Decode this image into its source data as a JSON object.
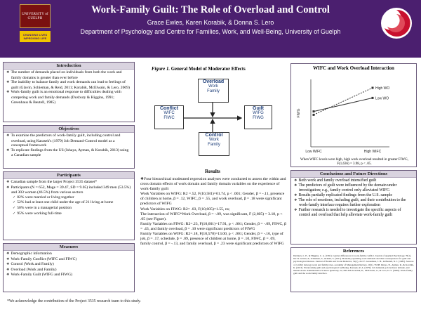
{
  "header": {
    "title": "Work-Family Guilt: The Role of Overload and Control",
    "authors": "Grace Ewles, Karen Korabik, & Donna S. Lero",
    "department": "Department of Psychology and Centre for Families, Work, and Well-Being, University of Guelph",
    "logo_name": "UNIVERSITY of GUELPH",
    "logo_tagline": "CHANGING LIVES IMPROVING LIFE"
  },
  "introduction": {
    "heading": "Introduction",
    "items": [
      "The number of demands placed on individuals from both the work and family domains is greater than ever before",
      "The inability to balance family and work demands can lead to feelings of guilt (Glavin, Schieman, & Reid, 2011; Korabik, McElwain, & Lero, 2009)",
      "Work-family guilt is an emotional response to difficulties dealing with competing work and family demands (Duxbury & Higgins, 1991; Greenhaus & Beutell, 1985)"
    ]
  },
  "objectives": {
    "heading": "Objectives",
    "items": [
      "To examine the predictors of work-family guilt, including control and overload, using Karasek's (1979) Job Demand-Control model as a conceptual framework",
      "To replicate findings from the US (Ishaya, Ayman, & Korabik, 2013) using a Canadian sample"
    ]
  },
  "participants": {
    "heading": "Participants",
    "items": [
      "Canadian sample from the larger Project 3535 dataset*",
      "Participants (N = 652, Mage = 39.47, SD = 9.05) included 349 men (53.5%) and 303 women (46.5%) from various sectors"
    ],
    "subitems": [
      "82% were married or living together",
      "52% had at least one child under the age of 21 living at home",
      "50% were in a managerial position",
      "95% were working full-time"
    ]
  },
  "measures": {
    "heading": "Measures",
    "items": [
      "Demographic information",
      "Work-Family Conflict (WIFC and FIWC)",
      "Control (Work and Family)",
      "Overload (Work and Family)",
      "Work-Family Guilt (WIFG and FIWG)"
    ]
  },
  "figure": {
    "label": "Figure 1.",
    "title": "General Model of Moderator Effects",
    "overload": {
      "name": "Overload",
      "a": "Work",
      "b": "Family"
    },
    "conflict": {
      "name": "Conflict",
      "a": "WIFC",
      "b": "FIWC"
    },
    "guilt": {
      "name": "Guilt",
      "a": "WIFG",
      "b": "FIWG"
    },
    "control": {
      "name": "Control",
      "a": "Work",
      "b": "Family"
    }
  },
  "results": {
    "heading": "Results",
    "lines": [
      "❖Four hierarchical moderated regression analyses were conducted to assess the within and cross domain effects of work domain and family domain variables on the experience of work-family guilt",
      "Work Variables on WIFG: R2 =.52,  F(10,581)=61.74, p < .001; Gender, β = -.11, presence of children at home, β = .12, WIFC, β = .55, and work overload, β = .18 were significant predictors of WIFG",
      "Work Variables on FIWG: R2= .03,  F(10,605)=1.55, ns;",
      "The interaction of WIFC*Work Overload, β = -.09, was significant, F (2,605) = 3.18, p < .05 (see Figure).",
      "Family Variables on FIWG: R2=.23,  F(10,601)=17.91, p < .001; Gender, β = -.09, FIWC, β = .43, and family overload, β = .10 were significant predictors of FIWG",
      "Family Variables on WIFG: R2=.18,  F(10,578)=13.00, p < .001; Gender, β = -.16, type of job, β = .17, schedule, β = .09, presence of children at home, β = .10, FIWC, β = .09, family control, β = -.13, and family overload, β = .23 were significant predictors of WIFG"
    ]
  },
  "interaction_chart": {
    "heading": "WIFC and Work Overload Interaction",
    "caption": "When WIFC levels were high, high work overload resulted in greater FIWG, F(1,636) = 3.98, p < .05."
  },
  "chart_data": {
    "type": "line",
    "title": "WIFC and Work Overload Interaction",
    "categories": [
      "Low WIFC",
      "High WIFC"
    ],
    "series": [
      {
        "name": "Low WO",
        "values": [
          2.05,
          2.45
        ]
      },
      {
        "name": "High WO",
        "values": [
          1.95,
          2.75
        ]
      }
    ],
    "ylabel": "FIWG",
    "xlabel": "",
    "ylim": [
      1,
      3
    ],
    "legend": "right",
    "colors": {
      "low": "#333333",
      "high": "#333333"
    }
  },
  "conclusions": {
    "heading": "Conclusions and Future Directions",
    "items": [
      "Both work and family overload intensified guilt",
      "The predictors of guilt were influenced by the domain under investigation; e.g., family control only alleviated WIFG",
      "Results partially replicated findings from the U.S. sample",
      "The role of emotions, including guilt, and their contribution to the work-family interface requires further exploration",
      "Further research is needed to investigate the specific aspects of control and overload that help alleviate work-family guilt"
    ]
  },
  "references": {
    "heading": "References",
    "text": "Duxbury, L. E., & Higgins, C. A. (1991). Gender differences in work-family conflict. Journal of Applied Psychology, 76(1), 60-74. Glavin, P., Schieman, S., & Reid, S. (2011). Boundary-spanning work demands and their consequences for guilt and psychological distress. Journal of Health and Social Behavior, 52(1), 43-57. Greenhaus, J. H., & Beutell, N. J. (1985). Sources of conflict between work and family roles. Academy of Management Review, 10(1), 76-88. Ishaya, N., Ayman, R., & Korabik, K. (2013). Work-family guilt and psychological wellbeing. Karasek, R. A. (1979). Job demands, job decision latitude, and mental strain. Administrative Science Quarterly, 24, 285-308. Korabik, K., McElwain, A., & Lero, D. S. (2009). Work-family guilt and the work-family interface."
  },
  "acknowledgement": "*We acknowledge the contribution of the Project 3535 research team to this study."
}
